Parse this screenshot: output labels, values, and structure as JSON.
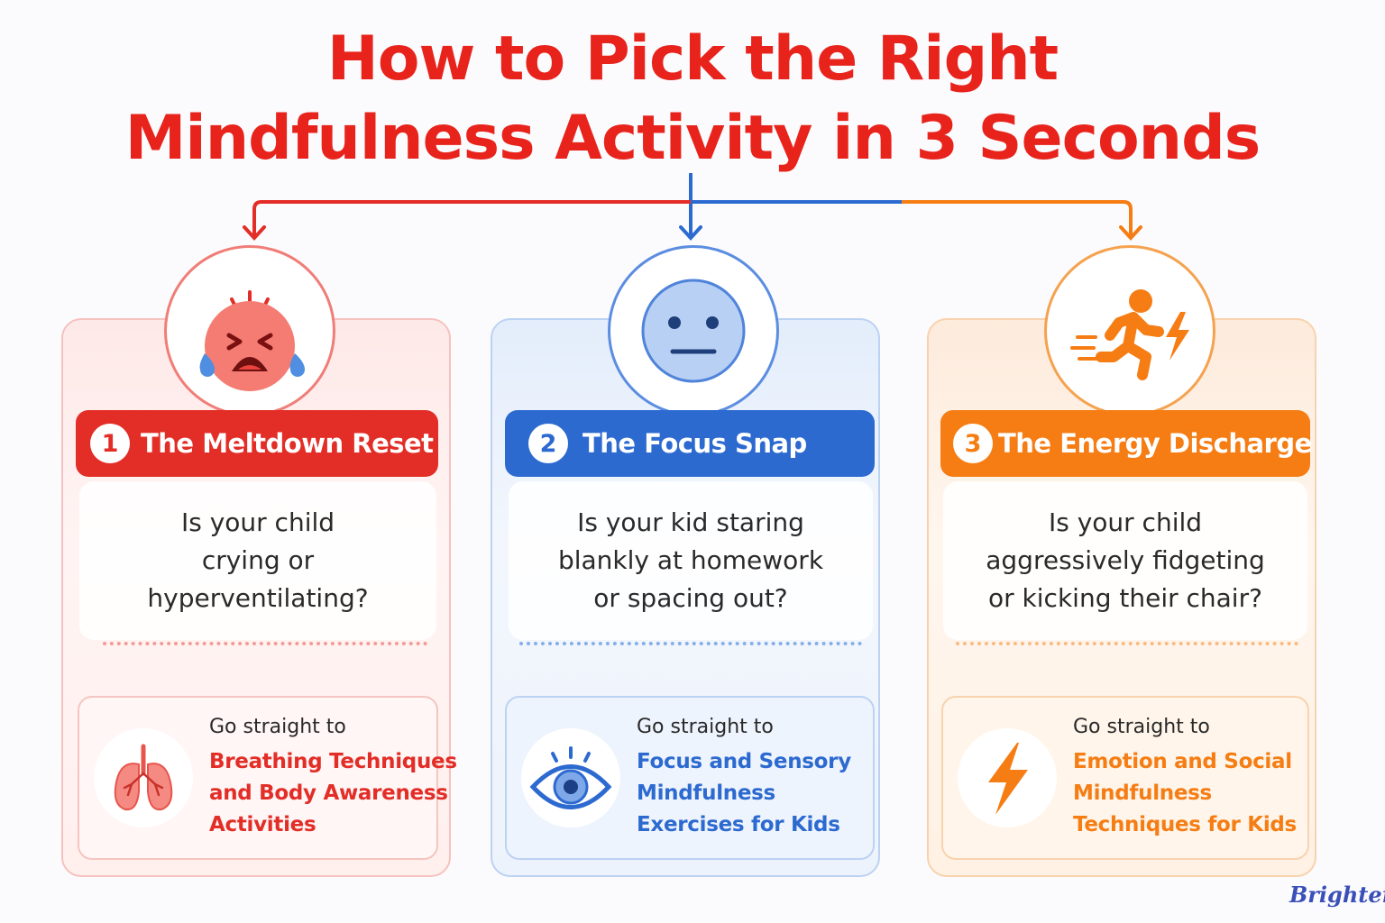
{
  "title": {
    "line1": "How to Pick the Right",
    "line2": "Mindfulness Activity in 3 Seconds"
  },
  "cards": [
    {
      "number": "1",
      "label": "The Meltdown Reset",
      "face_icon": "crying-face-icon",
      "question_lines": [
        "Is your child",
        "crying or",
        "hyperventilating?"
      ],
      "go_to": "Go straight to",
      "result_lines": [
        "Breathing Techniques",
        "and Body Awareness",
        "Activities"
      ],
      "result_icon": "lungs-icon",
      "color": "#e32d27"
    },
    {
      "number": "2",
      "label": "The Focus Snap",
      "face_icon": "neutral-face-icon",
      "question_lines": [
        "Is your kid staring",
        "blankly at homework",
        "or spacing out?"
      ],
      "go_to": "Go straight to",
      "result_lines": [
        "Focus and Sensory",
        "Mindfulness",
        "Exercises for Kids"
      ],
      "result_icon": "eye-icon",
      "color": "#2d6ad0"
    },
    {
      "number": "3",
      "label": "The Energy Discharge",
      "face_icon": "running-person-icon",
      "question_lines": [
        "Is your child",
        "aggressively fidgeting",
        "or kicking their chair?"
      ],
      "go_to": "Go straight to",
      "result_lines": [
        "Emotion and Social",
        "Mindfulness",
        "Techniques for Kids"
      ],
      "result_icon": "lightning-bolt-icon",
      "color": "#f57d14"
    }
  ],
  "logo": "Brighterly"
}
